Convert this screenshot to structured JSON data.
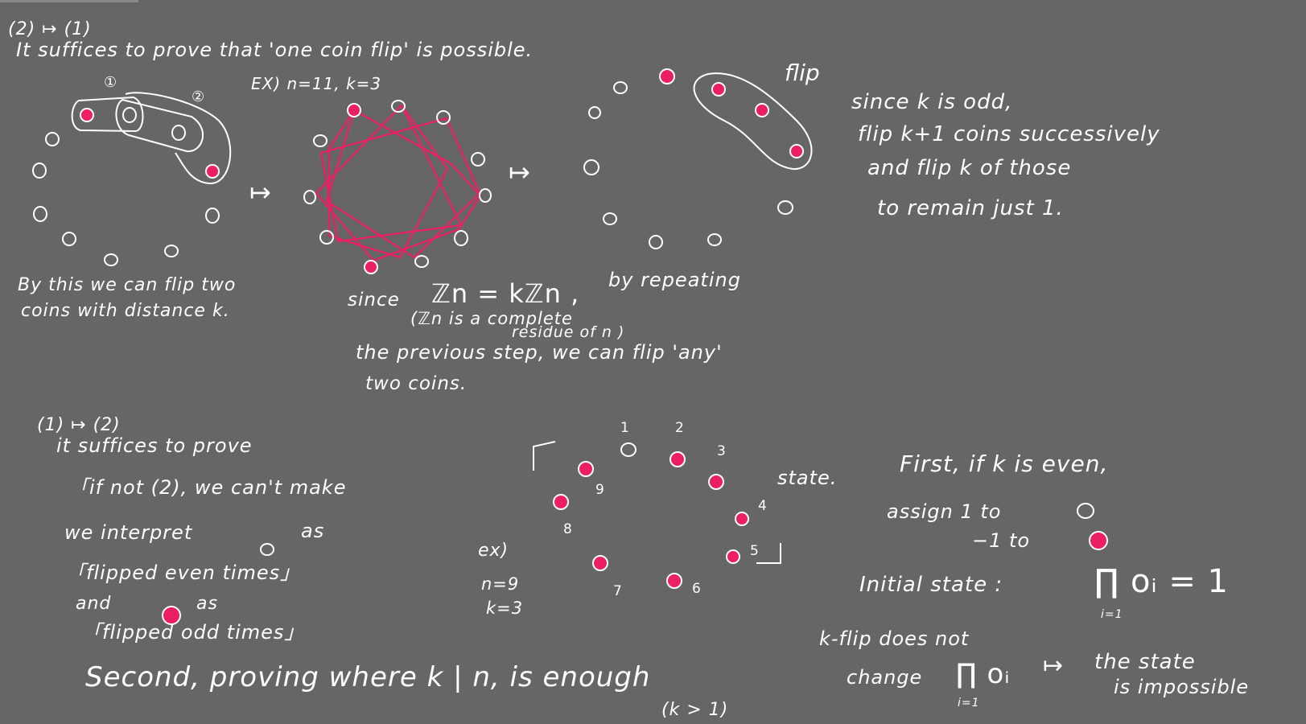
{
  "window": {
    "tab_label": ""
  },
  "colors": {
    "background": "#666666",
    "ink": "#ffffff",
    "accent": "#ec1f62"
  },
  "top": {
    "heading": "(2) ↦ (1)",
    "line1": "It suffices to prove that 'one coin flip' is possible.",
    "ex_label": "EX) n=11, k=3",
    "ring_labels": {
      "one": "①",
      "two": "②"
    },
    "maps_to": "↦",
    "flip_word": "flip",
    "left_caption_1": "By this we can flip two",
    "left_caption_2": "coins with distance k.",
    "middle_caption_1": "since",
    "middle_eq": "ℤn = kℤn ,",
    "middle_caption_2": "by repeating",
    "middle_paren_1": "(ℤn is a complete",
    "middle_paren_2": "residue of n )",
    "middle_caption_3": "the previous step, we can flip 'any'",
    "middle_caption_4": "two coins.",
    "right_1": "since k is odd,",
    "right_2": "flip k+1 coins successively",
    "right_3": "and flip k of those",
    "right_4": "to remain just 1."
  },
  "bottom": {
    "heading": "(1) ↦ (2)",
    "line1": "it suffices to prove",
    "line2": "「if not (2), we can't make",
    "line3": "we interpret",
    "line3b": "as",
    "line4": "「flipped even times」",
    "line5": "and",
    "line5b": "as",
    "line6": "「flipped odd times」",
    "second": "Second, proving where k | n, is enough",
    "second_cond": "(k > 1)",
    "ex_label": "ex)",
    "ex_n": "n=9",
    "ex_k": "k=3",
    "state_word": "state.",
    "state_open": "┌",
    "state_close": "┘",
    "coin_numbers": [
      "1",
      "2",
      "3",
      "4",
      "5",
      "6",
      "7",
      "8",
      "9"
    ],
    "first": "First, if k is even,",
    "assign_1": "assign 1 to",
    "assign_2": "−1 to",
    "initial": "Initial state :",
    "product_1": "∏ oᵢ = 1",
    "product_1_idx": "i=1",
    "kflip_1": "k-flip does not",
    "kflip_2": "change",
    "product_2": "∏ oᵢ",
    "product_2_idx": "i=1",
    "arrow": "↦",
    "conclusion_1": "the state",
    "conclusion_2": "is impossible"
  }
}
